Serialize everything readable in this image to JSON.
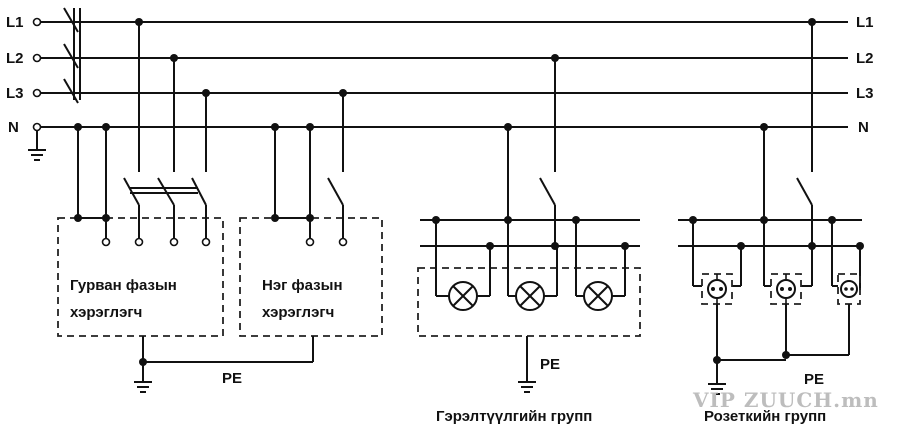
{
  "buses": {
    "L1": "L1",
    "L2": "L2",
    "L3": "L3",
    "N": "N"
  },
  "three_phase_box": {
    "line1": "Гурван фазын",
    "line2": "хэрэглэгч"
  },
  "single_phase_box": {
    "line1": "Нэг фазын",
    "line2": "хэрэглэгч"
  },
  "pe_labels": {
    "consumers": "PE",
    "lighting": "PE",
    "sockets": "PE"
  },
  "groups": {
    "lighting": "Гэрэлтүүлгийн групп",
    "sockets": "Розеткийн групп"
  },
  "watermark": "VIP ZUUCH.mn"
}
